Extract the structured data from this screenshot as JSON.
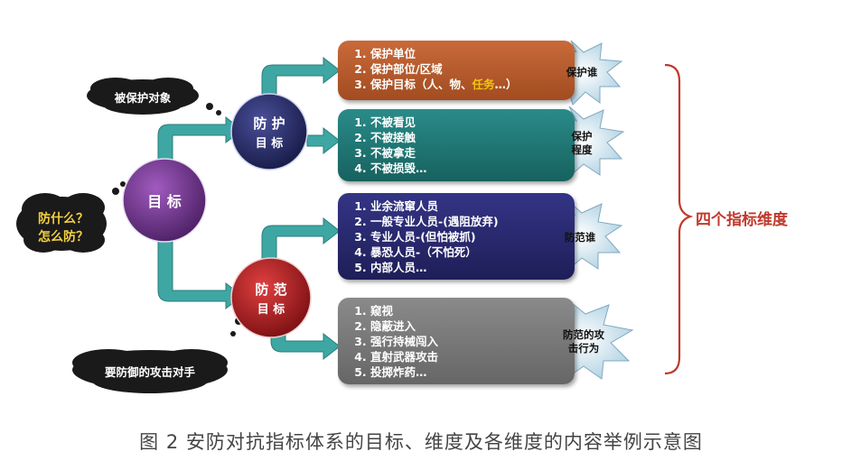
{
  "caption": "图 2  安防对抗指标体系的目标、维度及各维度的内容举例示意图",
  "dimension_label": "四个指标维度",
  "center_node": "目 标",
  "question_cloud": {
    "line1": "防什么？",
    "line2": "怎么防？"
  },
  "protected_cloud": "被保护对象",
  "adversary_cloud": "要防御的攻击对手",
  "protect_node": {
    "line1": "防 护",
    "line2": "目 标"
  },
  "defense_node": {
    "line1": "防 范",
    "line2": "目 标"
  },
  "boxes": [
    {
      "color": "#b55a2c",
      "items": [
        "保护单位",
        "保护部位/区域",
        "保护目标（人、物、"
      ],
      "highlight": "任务",
      "tail": "…）",
      "star": [
        "保护谁"
      ]
    },
    {
      "color": "#1f7a78",
      "items": [
        "不被看见",
        "不被接触",
        "不被拿走",
        "不被损毁…"
      ],
      "star": [
        "保护",
        "程度"
      ]
    },
    {
      "color": "#2a2a6e",
      "items": [
        "业余流窜人员",
        "一般专业人员-(遇阻放弃)",
        "专业人员-(但怕被抓)",
        "暴恐人员-（不怕死）",
        "内部人员…"
      ],
      "star": [
        "防范谁"
      ]
    },
    {
      "color": "#7a7a7a",
      "items": [
        "窥视",
        "隐蔽进入",
        "强行持械闯入",
        "直射武器攻击",
        "投掷炸药…"
      ],
      "star": [
        "防范的攻",
        "击行为"
      ]
    }
  ]
}
